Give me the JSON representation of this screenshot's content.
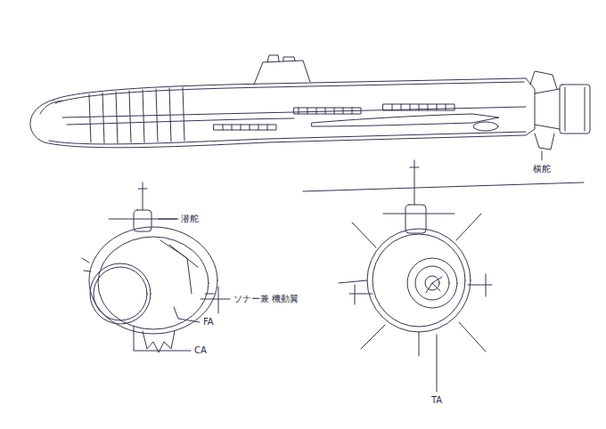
{
  "diagram": {
    "labels": [
      "横舵",
      "潜舵",
      "ソナー兼 機動翼",
      "FA",
      "CA",
      "TA"
    ]
  }
}
